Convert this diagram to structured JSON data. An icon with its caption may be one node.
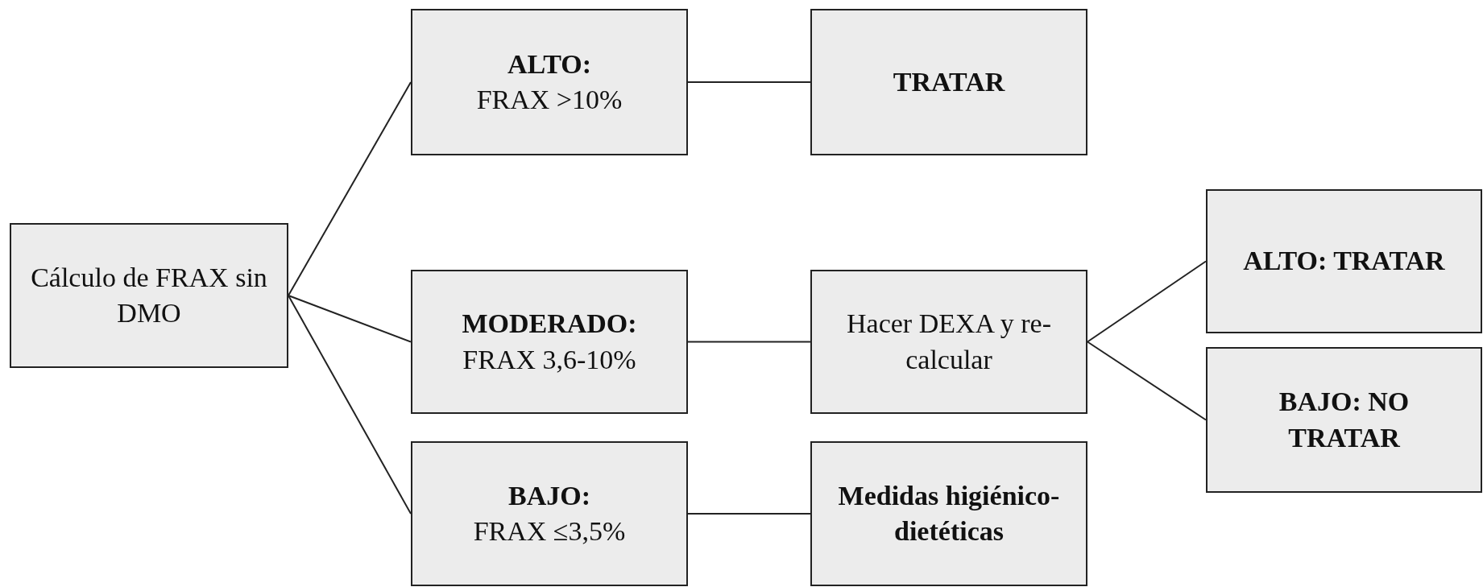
{
  "diagram": {
    "nodes": [
      {
        "text": [
          "Cálculo de FRAX sin DMO"
        ]
      },
      {
        "text": [
          "ALTO:",
          "FRAX >10%"
        ]
      },
      {
        "text": [
          "TRATAR"
        ]
      },
      {
        "text": [
          "MODERADO:",
          "FRAX 3,6-10%"
        ]
      },
      {
        "text": [
          "Hacer DEXA y re-calcular"
        ]
      },
      {
        "text": [
          "ALTO: TRATAR"
        ]
      },
      {
        "text": [
          "BAJO: NO TRATAR"
        ]
      },
      {
        "text": [
          "BAJO:",
          "FRAX ≤3,5%"
        ]
      },
      {
        "text": [
          "Medidas higiénico-dietéticas"
        ]
      }
    ],
    "edges": [
      {
        "from": 0,
        "to": 1,
        "arrow": "none"
      },
      {
        "from": 0,
        "to": 3,
        "arrow": "none"
      },
      {
        "from": 0,
        "to": 7,
        "arrow": "none"
      },
      {
        "from": 1,
        "to": 2,
        "arrow": "none"
      },
      {
        "from": 3,
        "to": 4,
        "arrow": "none"
      },
      {
        "from": 7,
        "to": 8,
        "arrow": "none"
      },
      {
        "from": 4,
        "to": 5,
        "arrow": "none"
      },
      {
        "from": 4,
        "to": 6,
        "arrow": "none"
      }
    ]
  }
}
